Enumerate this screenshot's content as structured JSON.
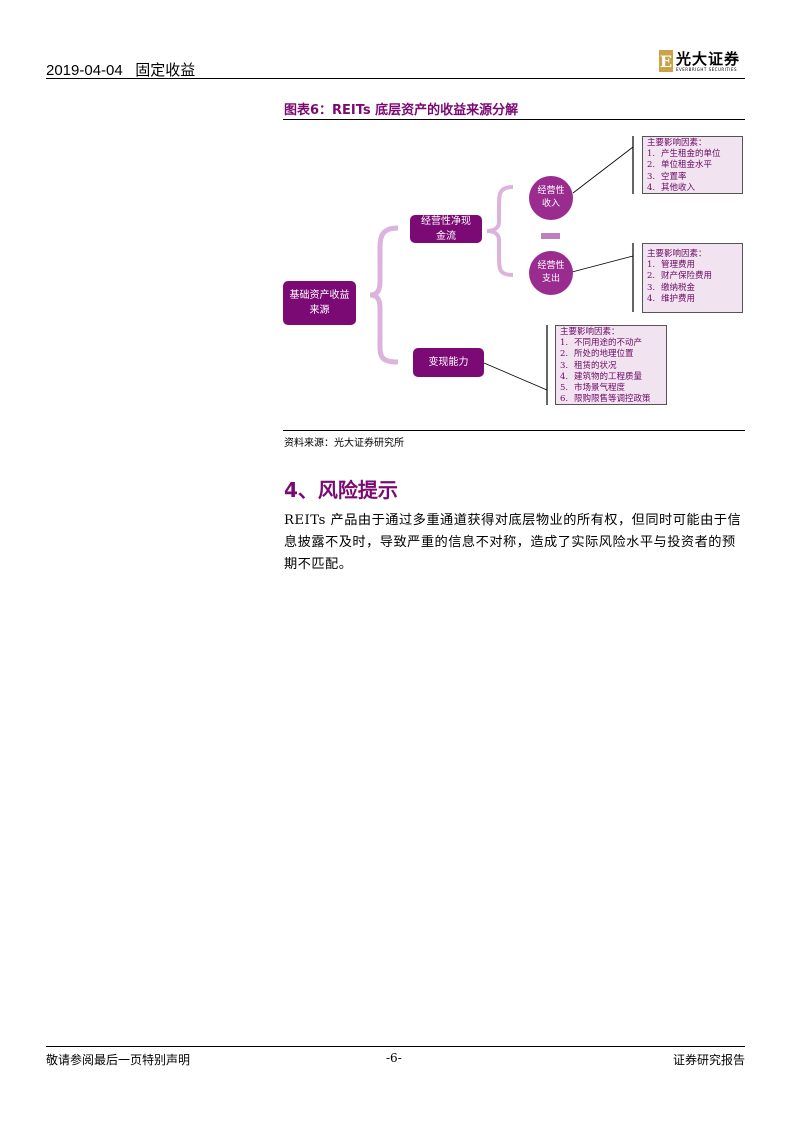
{
  "header": {
    "date": "2019-04-04",
    "category": "固定收益",
    "logo_cn": "光大证券",
    "logo_en": "EVERBRIGHT SECURITIES"
  },
  "figure": {
    "caption": "图表6：REITs 底层资产的收益来源分解",
    "root": "基础资产收益来源",
    "net_cash": "经营性净现金流",
    "realization": "变现能力",
    "income": "经营性收入",
    "expense": "经营性支出",
    "colors": {
      "dark": "#7b0a74",
      "circle": "#9a2b8f",
      "brace": "#dcb3dc",
      "box_bg": "#f2e3f0"
    },
    "income_factors": {
      "title": "主要影响因素：",
      "items": [
        {
          "n": "1.",
          "t": "产生租金的单位"
        },
        {
          "n": "2.",
          "t": "单位租金水平"
        },
        {
          "n": "3.",
          "t": "空置率"
        },
        {
          "n": "4.",
          "t": "其他收入"
        }
      ]
    },
    "expense_factors": {
      "title": "主要影响因素：",
      "items": [
        {
          "n": "1.",
          "t": "管理费用"
        },
        {
          "n": "2.",
          "t": "财产保险费用"
        },
        {
          "n": "3.",
          "t": "缴纳税金"
        },
        {
          "n": "4.",
          "t": "维护费用"
        }
      ]
    },
    "realization_factors": {
      "title": "主要影响因素：",
      "items": [
        {
          "n": "1.",
          "t": "不同用途的不动产"
        },
        {
          "n": "2.",
          "t": "所处的地理位置"
        },
        {
          "n": "3.",
          "t": "租赁的状况"
        },
        {
          "n": "4.",
          "t": "建筑物的工程质量"
        },
        {
          "n": "5.",
          "t": "市场景气程度"
        },
        {
          "n": "6.",
          "t": "限购限售等调控政策"
        }
      ]
    },
    "source": "资料来源：光大证券研究所"
  },
  "section": {
    "heading": "4、风险提示",
    "body": "REITs 产品由于通过多重通道获得对底层物业的所有权，但同时可能由于信息披露不及时，导致严重的信息不对称，造成了实际风险水平与投资者的预期不匹配。"
  },
  "footer": {
    "left": "敬请参阅最后一页特别声明",
    "page": "-6-",
    "right": "证券研究报告"
  }
}
